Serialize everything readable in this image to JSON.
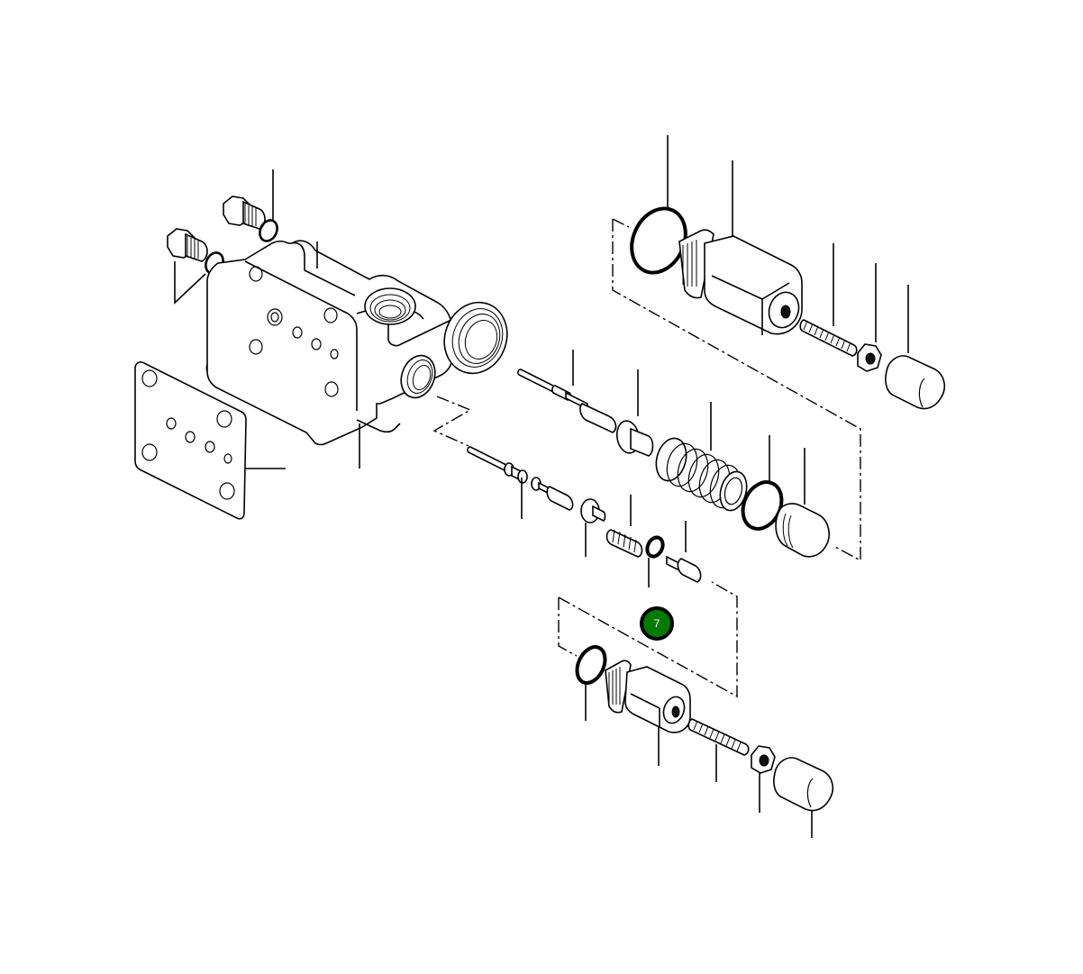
{
  "diagram": {
    "type": "exploded-parts-view",
    "subject": "hydraulic valve section assembly",
    "background": "#ffffff",
    "line_color": "#000000",
    "callouts": [
      {
        "label": "7",
        "fill": "#007a00",
        "border": "#000000",
        "text_color": "#ffffff"
      }
    ]
  }
}
